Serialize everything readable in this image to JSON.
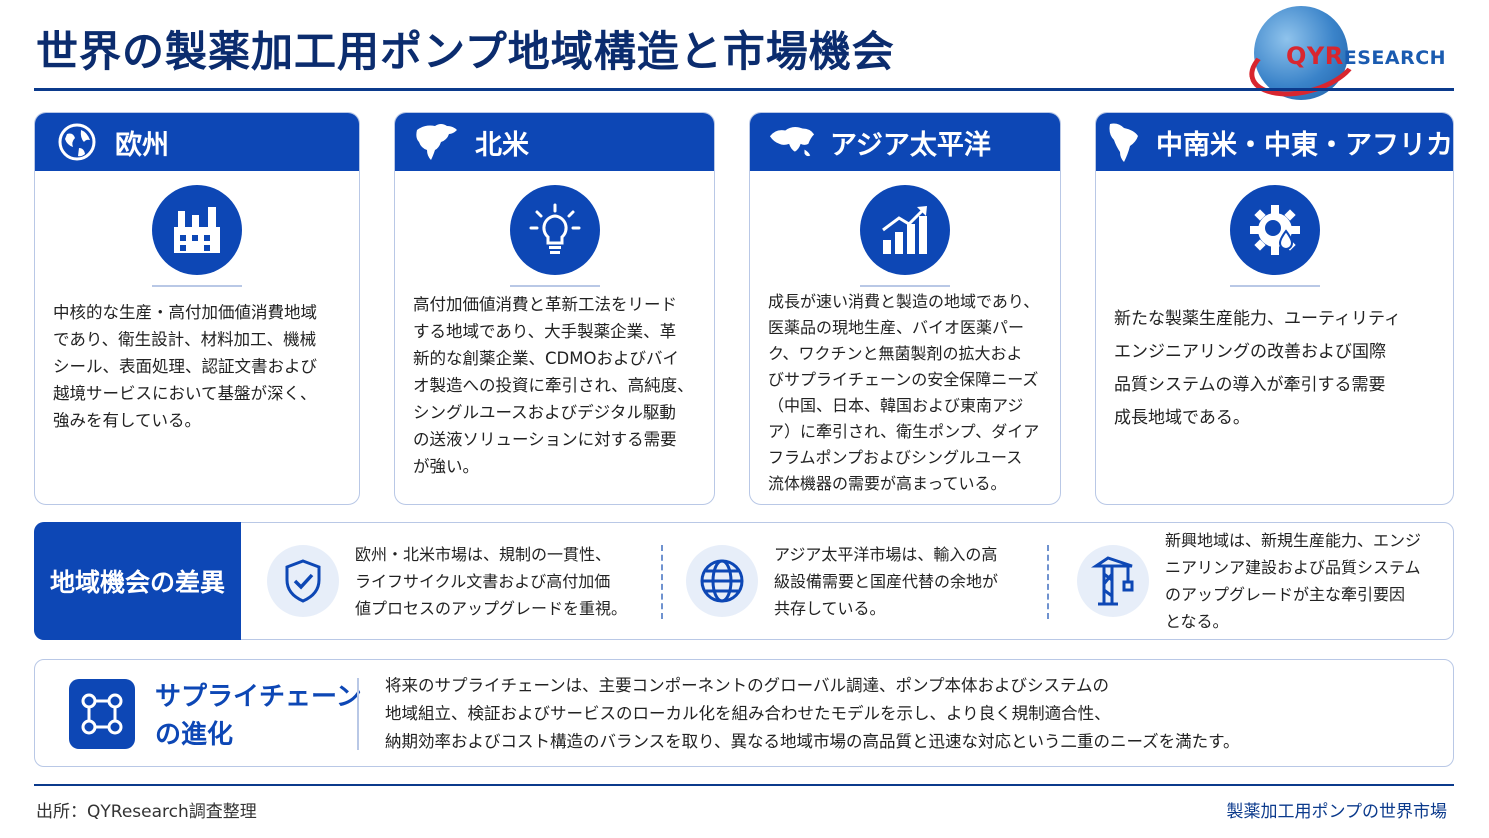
{
  "header": {
    "title": "世界の製薬加工用ポンプ地域構造と市場機会",
    "logo_text": "QYResearch"
  },
  "regions": [
    {
      "name": "欧州",
      "region_icon": "globe-icon",
      "feature_icon": "factory-icon",
      "description": [
        "中核的な生産・高付加価値消費地域",
        "であり、衛生設計、材料加工、機械",
        "シール、表面処理、認証文書および",
        "越境サービスにおいて基盤が深く、",
        "強みを有している。"
      ]
    },
    {
      "name": "北米",
      "region_icon": "north-america-map-icon",
      "feature_icon": "lightbulb-icon",
      "description": [
        "高付加価値消費と革新工法をリード",
        "する地域であり、大手製薬企業、革",
        "新的な創薬企業、CDMOおよびバイ",
        "オ製造への投資に牽引され、高純度、",
        "シングルユースおよびデジタル駆動",
        "の送液ソリューションに対する需要",
        "が強い。"
      ]
    },
    {
      "name": "アジア太平洋",
      "region_icon": "asia-map-icon",
      "feature_icon": "growth-chart-icon",
      "description": [
        "成長が速い消費と製造の地域であり、",
        "医薬品の現地生産、バイオ医薬パー",
        "ク、ワクチンと無菌製剤の拡大およ",
        "びサプライチェーンの安全保障ニーズ",
        "（中国、日本、韓国および東南アジ",
        "ア）に牽引され、衛生ポンプ、ダイア",
        "フラムポンプおよびシングルユース",
        "流体機器の需要が高まっている。"
      ]
    },
    {
      "name": "中南米・中東・アフリカ",
      "region_icon": "south-america-map-icon",
      "feature_icon": "gear-droplet-icon",
      "description": [
        "新たな製薬生産能力、ユーティリティ",
        "エンジニアリングの改善および国際",
        "品質システムの導入が牽引する需要",
        "成長地域である。"
      ]
    }
  ],
  "differences": {
    "label": "地域機会の差異",
    "items": [
      {
        "icon": "shield-check-icon",
        "lines": [
          "欧州・北米市場は、規制の一貫性、",
          "ライフサイクル文書および高付加価",
          "値プロセスのアップグレードを重視。"
        ]
      },
      {
        "icon": "globe-grid-icon",
        "lines": [
          "アジア太平洋市場は、輸入の高",
          "級設備需要と国産代替の余地が",
          "共存している。"
        ]
      },
      {
        "icon": "construction-crane-icon",
        "lines": [
          "新興地域は、新規生産能力、エンジ",
          "ニアリンア建設および品質システム",
          "のアップグレードが主な牽引要因",
          "となる。"
        ]
      }
    ]
  },
  "supply_chain": {
    "icon": "network-nodes-icon",
    "title_lines": [
      "サプライチェーン",
      "の進化"
    ],
    "text_lines": [
      "将来のサプライチェーンは、主要コンポーネントのグローバル調達、ポンプ本体およびシステムの",
      "地域組立、検証およびサービスのローカル化を組み合わせたモデルを示し、より良く規制適合性、",
      "納期効率およびコスト構造のバランスを取り、異なる地域市場の高品質と迅速な対応という二重のニーズを満たす。"
    ]
  },
  "footer": {
    "source": "出所：QYResearch調査整理",
    "report_title": "製薬加工用ポンプの世界市場"
  },
  "colors": {
    "primary": "#0d47b5",
    "navy": "#0b2c6e",
    "border": "#b9c8e6",
    "logo_red": "#d8262f"
  }
}
